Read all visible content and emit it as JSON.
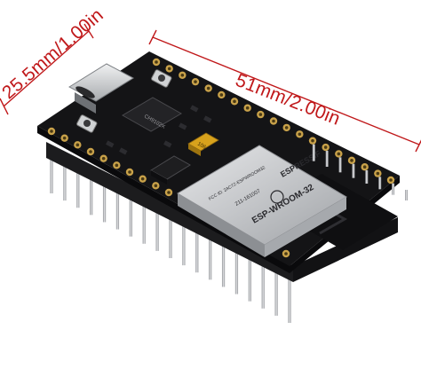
{
  "image": {
    "subject": "development-board-photo",
    "background": "#ffffff"
  },
  "dimensions": {
    "width_label": "25.5mm/1.00in",
    "length_label": "51mm/2.00in",
    "line_color": "#c0181a"
  },
  "module": {
    "brand": "ESPRESSIF",
    "model": "ESP-WROOM-32",
    "line2": "211-161007",
    "line3": "FCC ID: 2AC7Z-ESPWROOM32"
  },
  "components": {
    "capacitor_mark": "106",
    "chip_mark": "CH9102X"
  },
  "colors": {
    "pcb": "#141416",
    "pcb_edge": "#0a0a0c",
    "pad_gold": "#c9a24a",
    "pin_metal": "#b9b9be",
    "header_black": "#1c1c1e",
    "shield_silver": "#c8cacc",
    "capacitor": "#d8a21c",
    "connector_silver": "#d4d6d8"
  }
}
